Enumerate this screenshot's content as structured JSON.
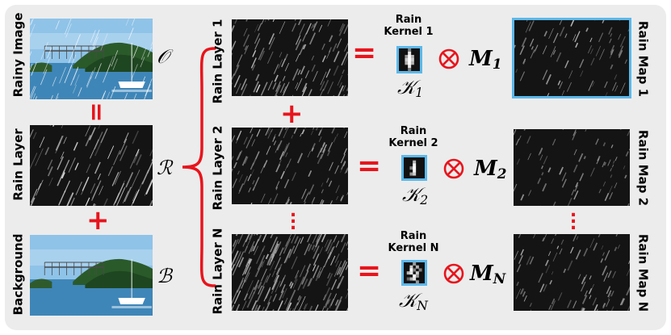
{
  "labels": {
    "rainy_image": "Rainy Image",
    "rain_layer": "Rain Layer",
    "background": "Background",
    "rain_layer_1": "Rain Layer 1",
    "rain_layer_2": "Rain Layer 2",
    "rain_layer_n": "Rain Layer N",
    "rain_map_1": "Rain Map 1",
    "rain_map_2": "Rain Map 2",
    "rain_map_n": "Rain Map N"
  },
  "kernels": [
    {
      "title_line1": "Rain",
      "title_line2": "Kernel 1",
      "symbol": "𝒦",
      "sub": "1"
    },
    {
      "title_line1": "Rain",
      "title_line2": "Kernel 2",
      "symbol": "𝒦",
      "sub": "2"
    },
    {
      "title_line1": "Rain",
      "title_line2": "Kernel N",
      "symbol": "𝒦",
      "sub": "N"
    }
  ],
  "maps": [
    {
      "symbol": "M",
      "sub": "1"
    },
    {
      "symbol": "M",
      "sub": "2"
    },
    {
      "symbol": "M",
      "sub": "N"
    }
  ],
  "symbols": {
    "observed": "𝒪",
    "rain": "ℛ",
    "background": "ℬ",
    "equals": "=",
    "plus": "+"
  },
  "colors": {
    "operator_red": "#e8141c",
    "highlight_blue": "#5bb8ea",
    "panel_gray": "#ececec"
  }
}
